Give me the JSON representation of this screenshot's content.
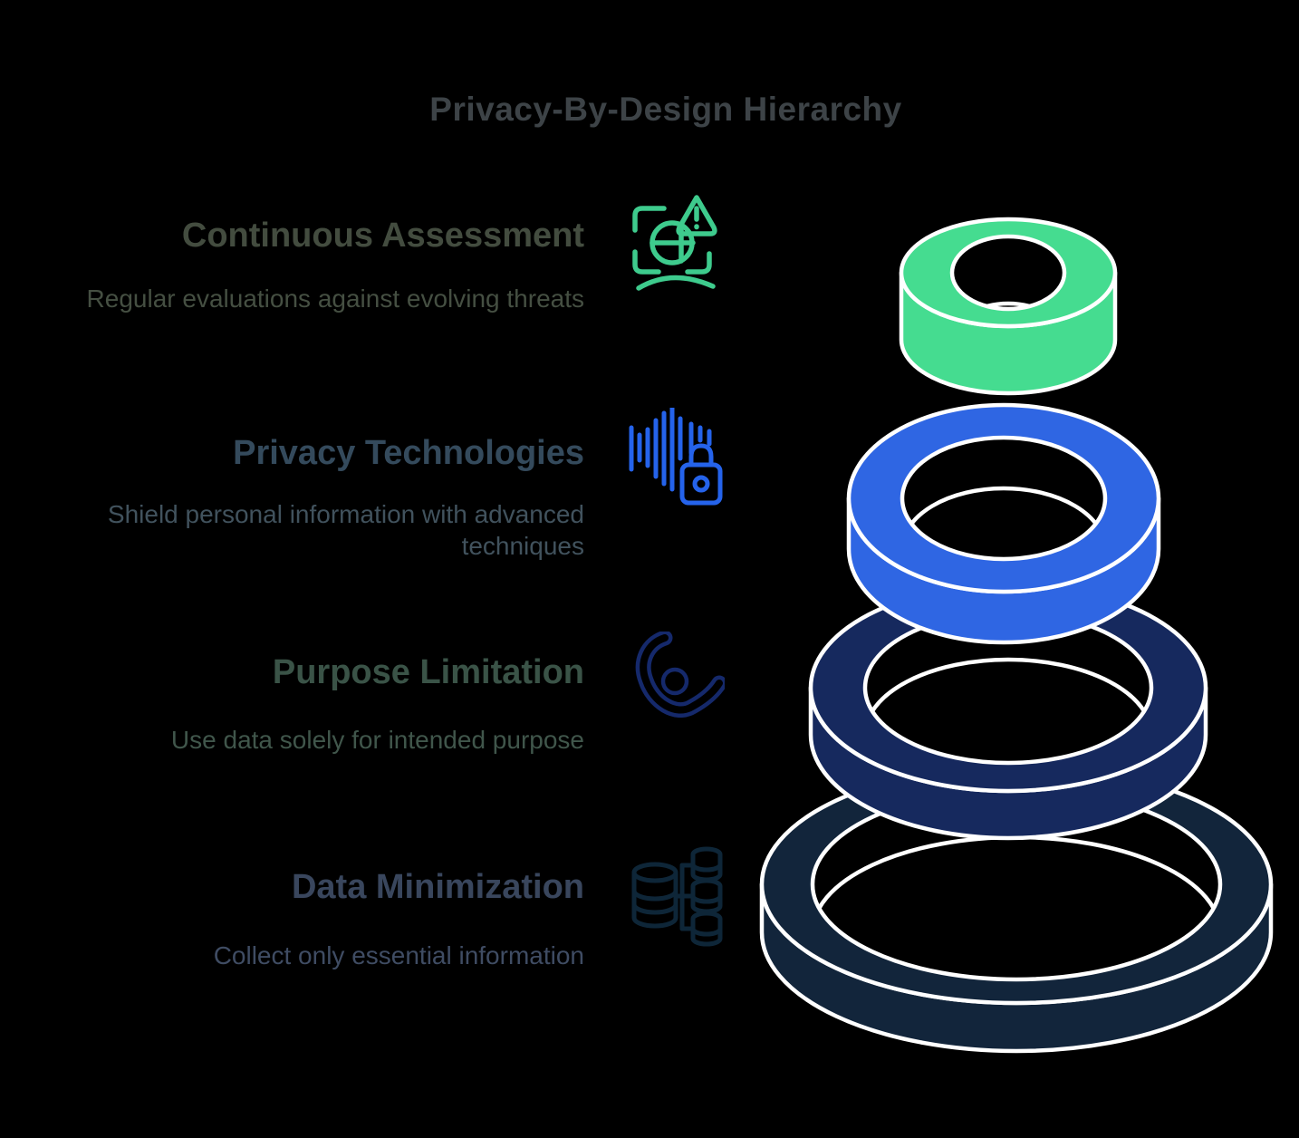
{
  "title": "Privacy-By-Design Hierarchy",
  "colors": {
    "background": "#000000",
    "ring_outline": "#ffffff",
    "title_text": "#3d4347"
  },
  "sections": [
    {
      "heading": "Continuous Assessment",
      "description": "Regular evaluations against evolving threats",
      "icon": "face-scan-alert-icon",
      "icon_color": "#3ecb8d",
      "heading_color": "#434c3f",
      "ring_color": "#45dc90"
    },
    {
      "heading": "Privacy Technologies",
      "description": "Shield personal information with advanced techniques",
      "icon": "voice-lock-icon",
      "icon_color": "#2563eb",
      "heading_color": "#344a5c",
      "ring_color": "#2f66e3"
    },
    {
      "heading": "Purpose Limitation",
      "description": "Use data solely for intended purpose",
      "icon": "abstract-person-swoosh-icon",
      "icon_color": "#15296b",
      "heading_color": "#3a5347",
      "ring_color": "#16295e"
    },
    {
      "heading": "Data Minimization",
      "description": "Collect only essential information",
      "icon": "database-split-icon",
      "icon_color": "#0e2638",
      "heading_color": "#39465d",
      "ring_color": "#12253b"
    }
  ],
  "hierarchy": {
    "type": "stacked-isometric-rings",
    "levels_top_to_bottom": [
      "Continuous Assessment",
      "Privacy Technologies",
      "Purpose Limitation",
      "Data Minimization"
    ]
  }
}
